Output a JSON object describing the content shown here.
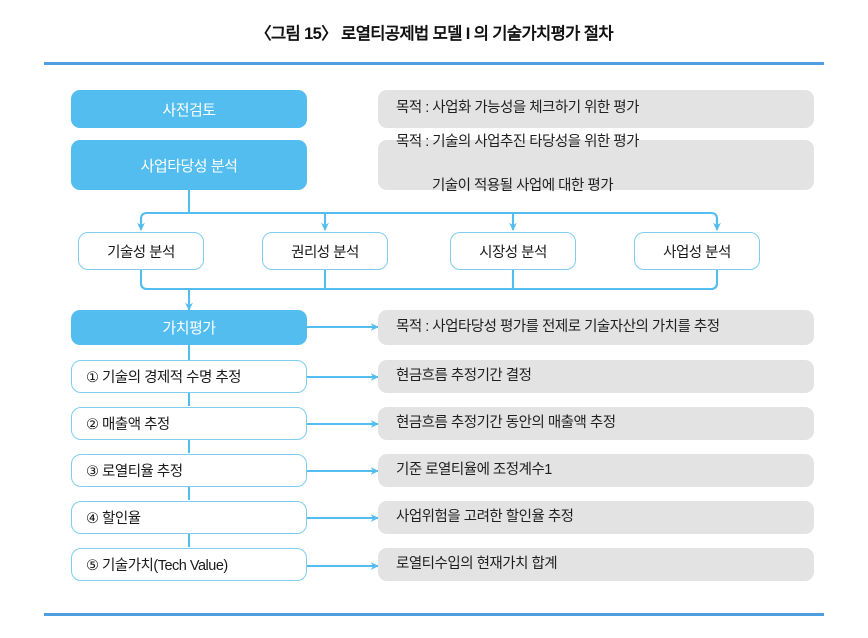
{
  "figure": {
    "title": "〈그림 15〉 로열티공제법 모델 I 의 기술가치평가 절차",
    "accent_blue": "#52bdee",
    "rule_blue": "#4f9ee0",
    "box_gray": "#e3e3e3",
    "border_blue": "#7fcdf0"
  },
  "stage_boxes": [
    {
      "id": "pre-review",
      "label": "사전검토"
    },
    {
      "id": "feasibility",
      "label": "사업타당성 분석"
    },
    {
      "id": "valuation",
      "label": "가치평가"
    }
  ],
  "analysis_boxes": [
    {
      "id": "technology",
      "label": "기술성 분석"
    },
    {
      "id": "rights",
      "label": "권리성 분석"
    },
    {
      "id": "market",
      "label": "시장성 분석"
    },
    {
      "id": "business",
      "label": "사업성 분석"
    }
  ],
  "valuation_steps": [
    {
      "id": "step-1",
      "label": "① 기술의 경제적 수명 추정"
    },
    {
      "id": "step-2",
      "label": "② 매출액 추정"
    },
    {
      "id": "step-3",
      "label": "③ 로열티율 추정"
    },
    {
      "id": "step-4",
      "label": "④ 할인율"
    },
    {
      "id": "step-5",
      "label": "⑤ 기술가치(Tech Value)"
    }
  ],
  "descriptions": {
    "pre_review": "목적 : 사업화 가능성을 체크하기 위한 평가",
    "feasibility_line1": "목적 : 기술의 사업추진 타당성을 위한 평가",
    "feasibility_line2": "기술이 적용될 사업에 대한 평가",
    "valuation": "목적 : 사업타당성 평가를 전제로 기술자산의 가치를 추정",
    "step_1": "현금흐름 추정기간 결정",
    "step_2": "현금흐름 추정기간 동안의 매출액 추정",
    "step_3": "기준 로열티율에 조정계수1",
    "step_4": "사업위험을 고려한 할인율 추정",
    "step_5": "로열티수입의 현재가치 합계"
  }
}
